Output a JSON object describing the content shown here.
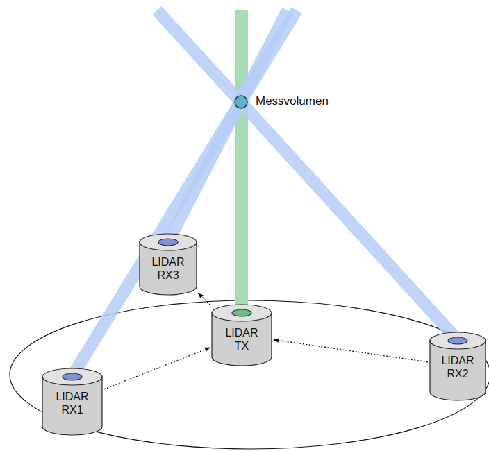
{
  "diagram": {
    "nodes": [
      {
        "text": [
          "LIDAR RX3"
        ]
      },
      {
        "text": [
          "LIDAR TX"
        ]
      },
      {
        "text": [
          "LIDAR RX2"
        ]
      },
      {
        "text": [
          "LIDAR RX1"
        ]
      }
    ],
    "edges": [
      {
        "from": 1,
        "to": 0,
        "arrow": "to"
      },
      {
        "from": 3,
        "to": 1,
        "arrow": "to"
      },
      {
        "from": 2,
        "to": 1,
        "arrow": "to"
      }
    ],
    "labels": [
      "Messvolumen"
    ]
  }
}
